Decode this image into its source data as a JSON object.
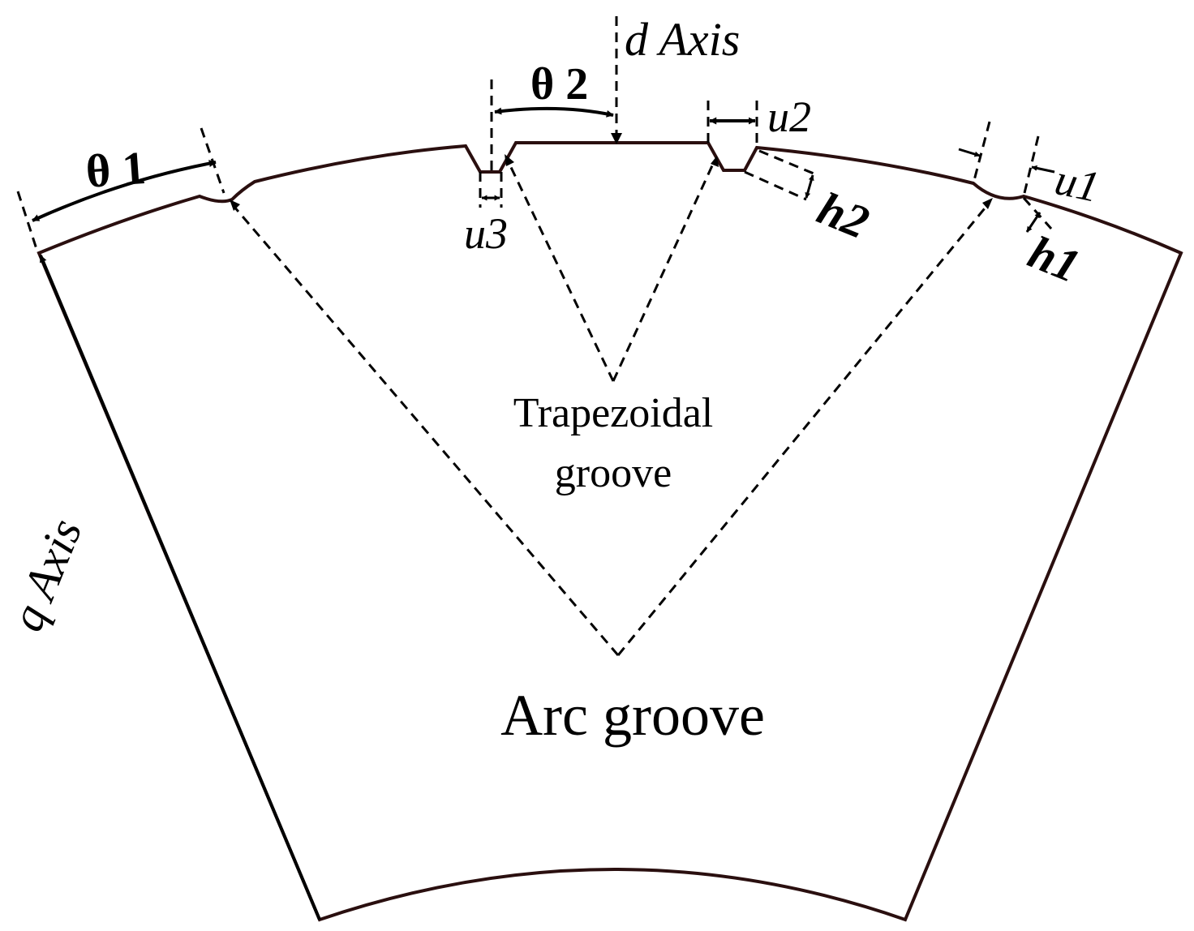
{
  "diagram": {
    "labels": {
      "d_axis": "d Axis",
      "q_axis": "q Axis",
      "theta1": "θ 1",
      "theta2": "θ 2",
      "u1": "u1",
      "u2": "u2",
      "u3": "u3",
      "h1": "h1",
      "h2": "h2",
      "trapezoidal_line1": "Trapezoidal",
      "trapezoidal_line2": "groove",
      "arc_groove": "Arc groove"
    },
    "colors": {
      "outline": "#2a0f0f",
      "lines": "#000000",
      "background": "#ffffff"
    }
  }
}
